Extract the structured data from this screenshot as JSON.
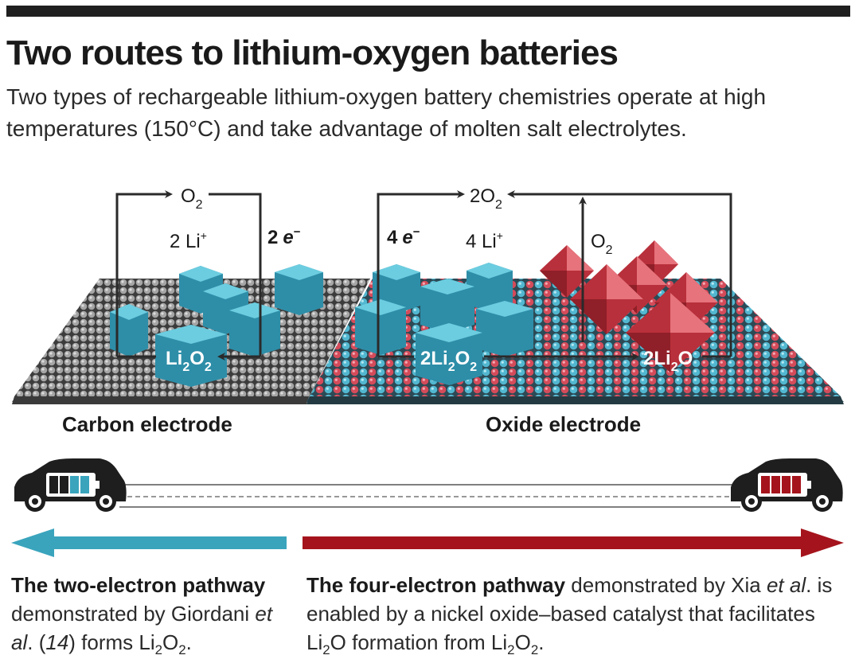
{
  "title": "Two routes to lithium-oxygen batteries",
  "subtitle": "Two types of rechargeable lithium-oxygen battery chemistries operate at high temperatures (150°C) and take advantage of molten salt electrolytes.",
  "left": {
    "electrode_label": "Carbon electrode",
    "o2": "O",
    "o2_sub": "2",
    "li": "2 Li",
    "li_sup": "+",
    "electrons_num": "2",
    "electrons_e": "e",
    "electrons_sup": "−",
    "product": "Li",
    "product_sub1": "2",
    "product_mid": "O",
    "product_sub2": "2"
  },
  "right": {
    "electrode_label": "Oxide electrode",
    "o2": "2O",
    "o2_sub": "2",
    "o2_up": "O",
    "o2_up_sub": "2",
    "li": "4 Li",
    "li_sup": "+",
    "electrons_num": "4",
    "electrons_e": "e",
    "electrons_sup": "−",
    "product1": "2Li",
    "product1_sub1": "2",
    "product1_mid": "O",
    "product1_sub2": "2",
    "product2": "2Li",
    "product2_sub": "2",
    "product2_mid": "O"
  },
  "captions": {
    "left_bold": "The two-electron pathway",
    "left_text1": " demonstrated by Giordani ",
    "left_italic": "et al",
    "left_text2": ". (",
    "left_ref": "14",
    "left_text3": ") forms Li",
    "left_sub1": "2",
    "left_text4": "O",
    "left_sub2": "2",
    "left_end": ".",
    "right_bold": "The four-electron pathway",
    "right_text1": " demonstrated by Xia ",
    "right_italic": "et al",
    "right_text2": ". is enabled by a nickel oxide–based catalyst that facilitates Li",
    "right_sub1": "2",
    "right_text3": "O formation from Li",
    "right_sub2": "2",
    "right_text4": "O",
    "right_sub3": "2",
    "right_end": "."
  },
  "colors": {
    "teal": "#3aa4bd",
    "red": "#a5141c",
    "hex_crystal": "#3fa7bf",
    "octa_crystal": "#d4434d",
    "carbon": "#8a8a8a",
    "arrow_dark": "#2a2a2a"
  },
  "icons": [
    "car-left-icon",
    "car-right-icon",
    "battery-low-icon",
    "battery-full-icon"
  ]
}
